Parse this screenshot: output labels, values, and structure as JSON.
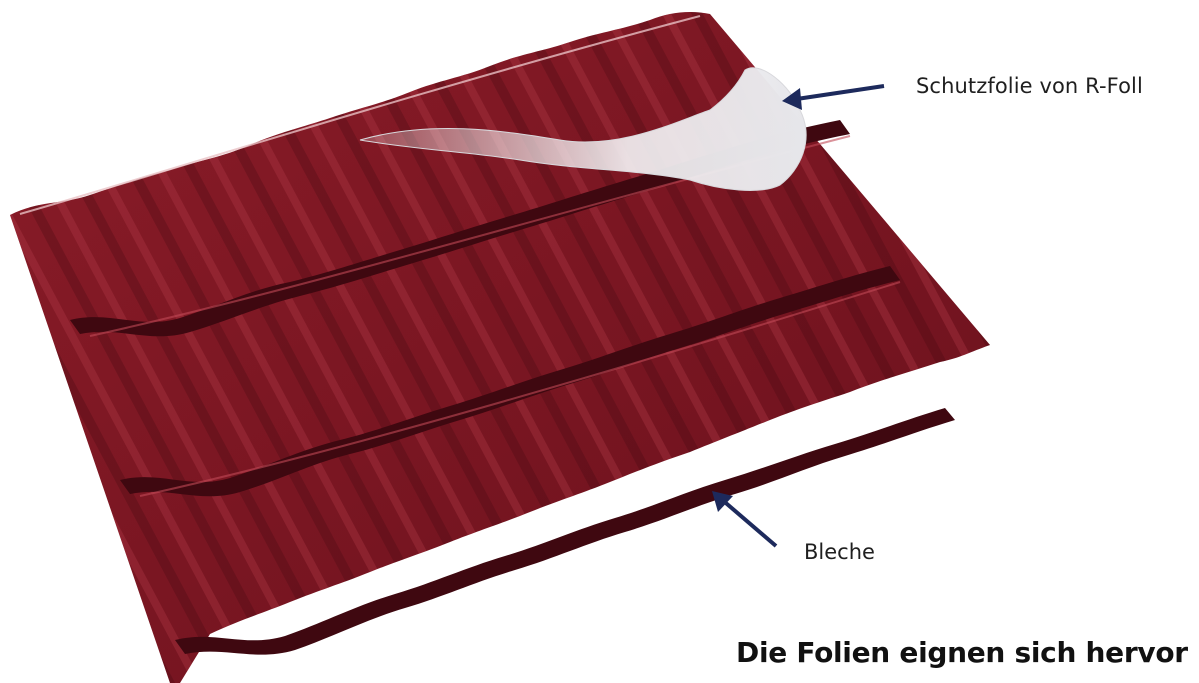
{
  "annotations": {
    "foil_label": "Schutzfolie von R-Foll",
    "sheet_label": "Bleche"
  },
  "caption": "Die Folien eignen sich hervor",
  "colors": {
    "roof_base": "#7a1622",
    "roof_dark": "#4a0a12",
    "roof_highlight": "#a8303c",
    "foil": "#f2f2f4",
    "arrow": "#1d2a5c",
    "text": "#1f1f1f"
  },
  "icons": [
    "arrow-icon",
    "roof-tile-sheet-illustration",
    "protective-foil-illustration"
  ]
}
